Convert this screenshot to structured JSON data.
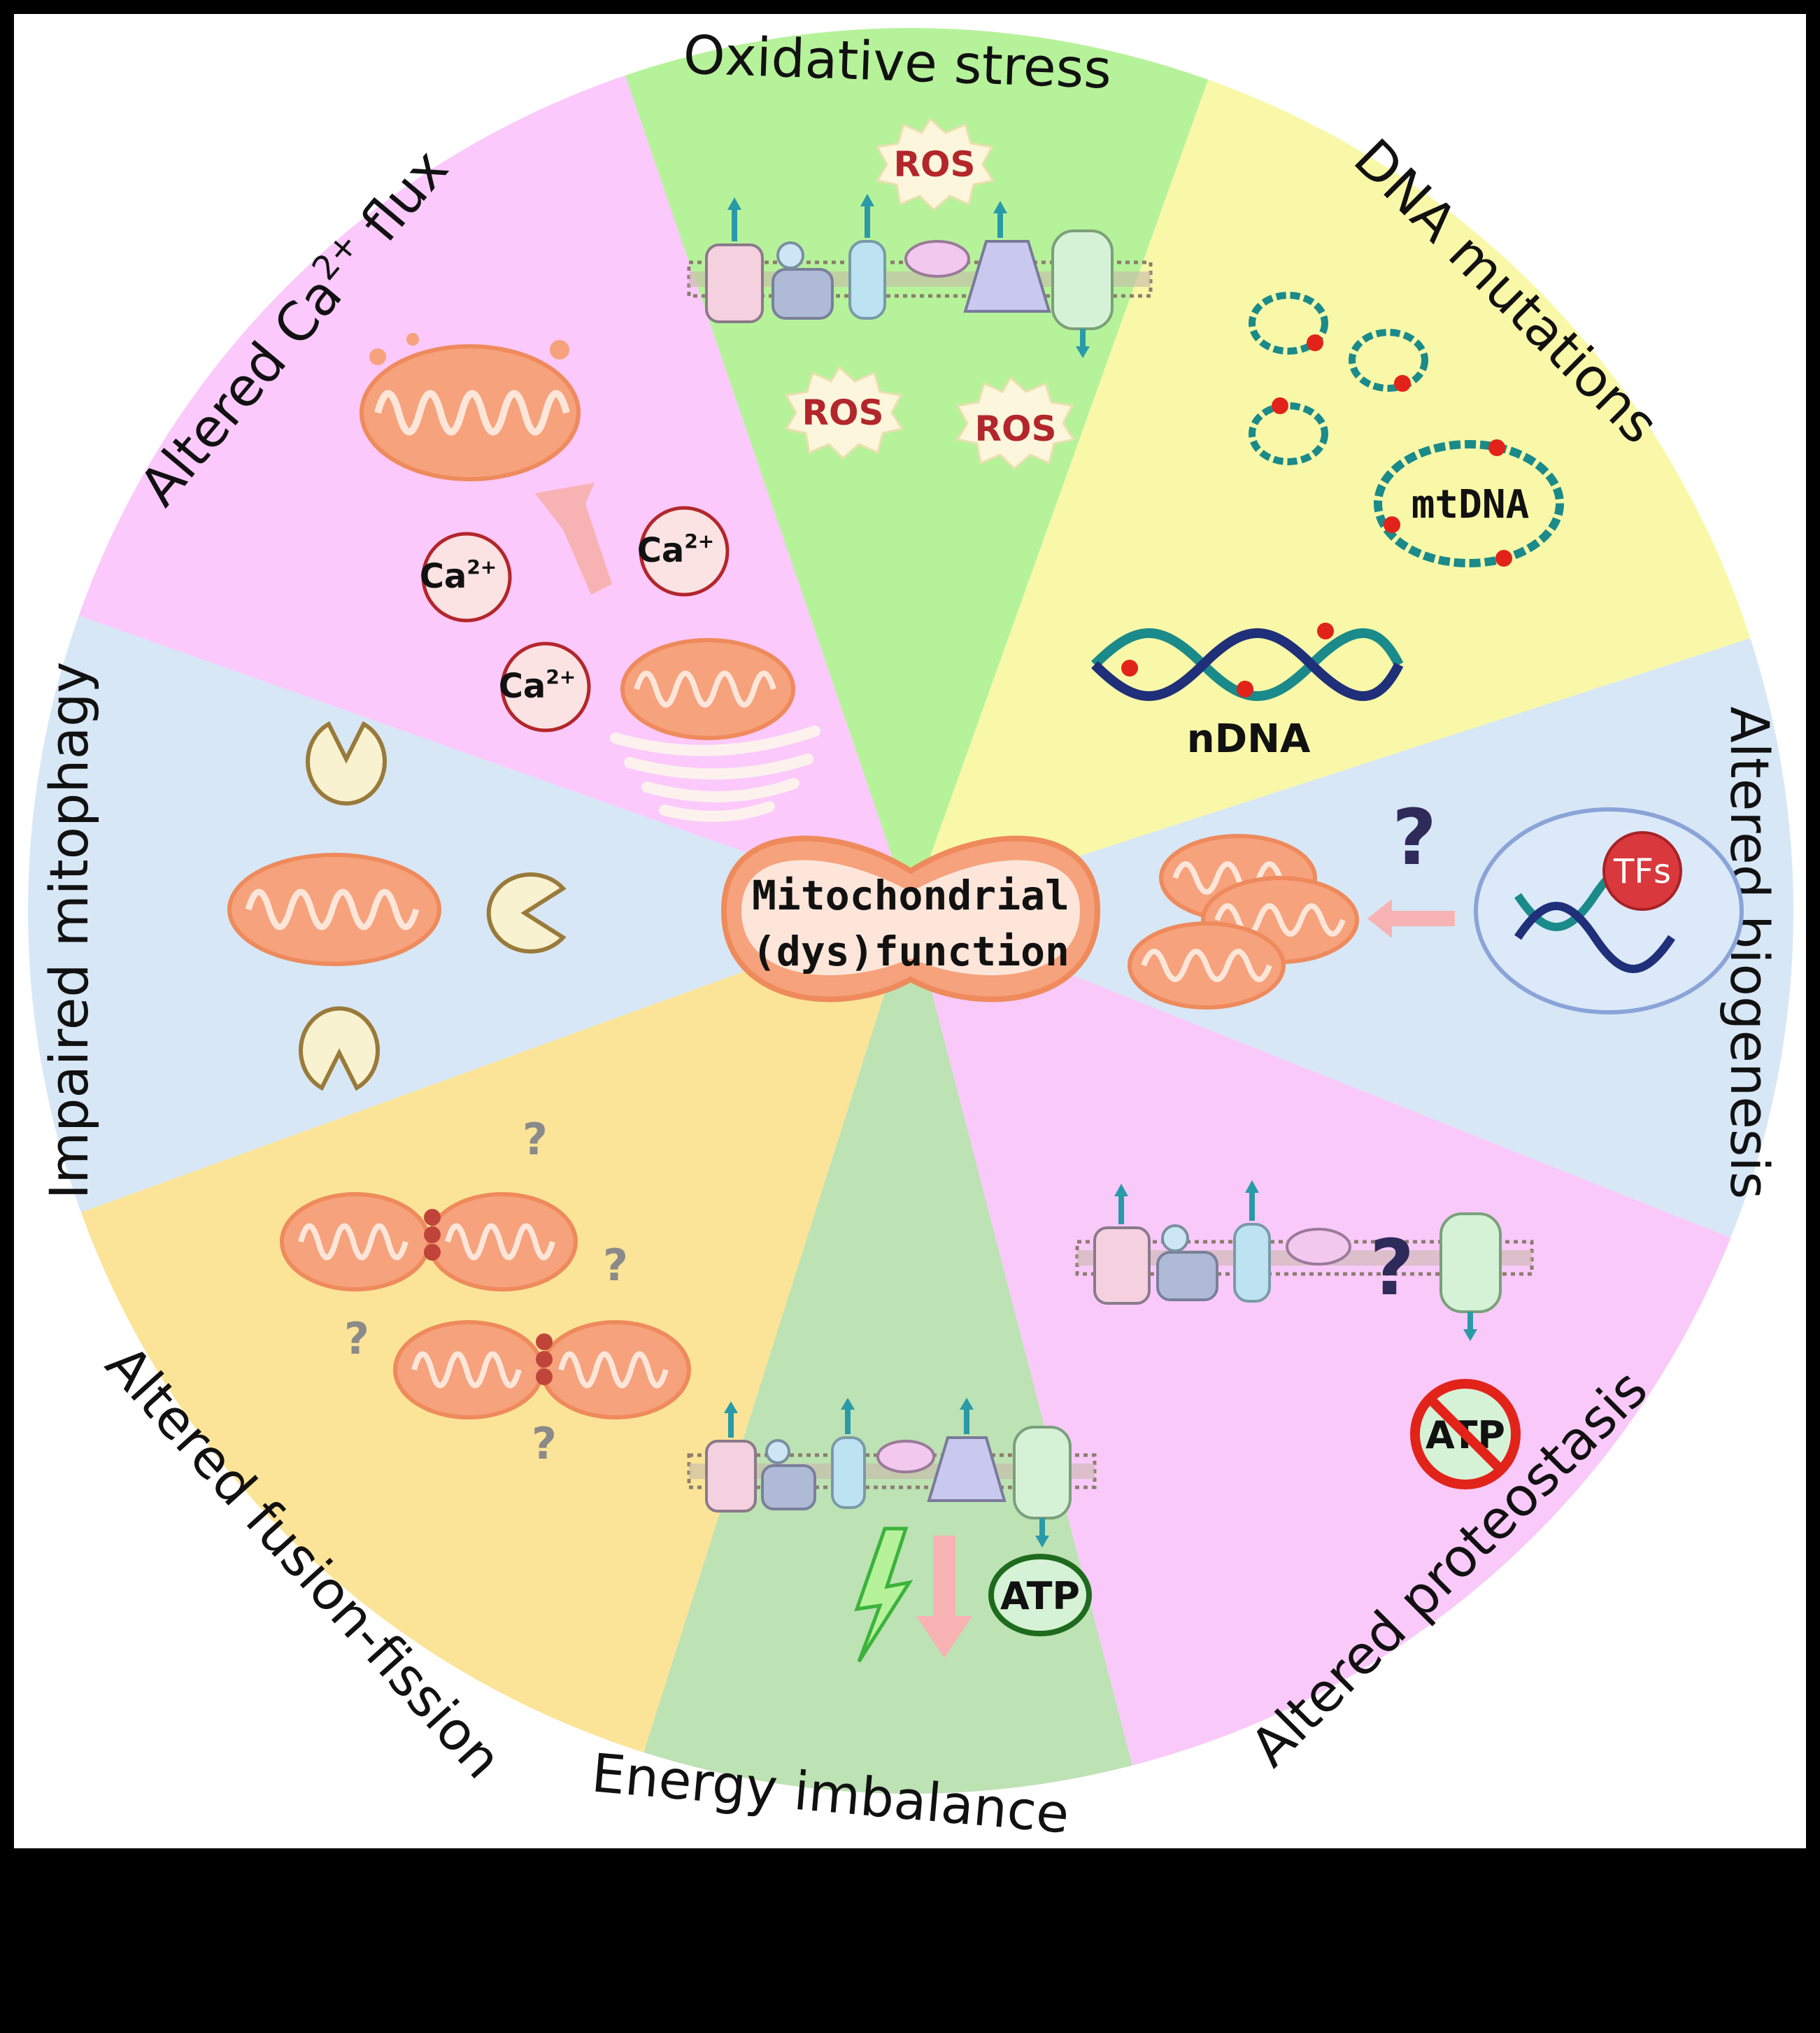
{
  "center": {
    "line1": "Mitochondrial",
    "line2": "(dys)function"
  },
  "segments": [
    {
      "id": "oxidative-stress",
      "label": "Oxidative stress",
      "color": "#b6f29a"
    },
    {
      "id": "dna-mutations",
      "label": "DNA mutations",
      "color": "#f8f8a8"
    },
    {
      "id": "altered-biogenesis",
      "label": "Altered biogenesis",
      "color": "#d7e7f6"
    },
    {
      "id": "altered-proteostasis",
      "label": "Altered proteostasis",
      "color": "#f9c9f9"
    },
    {
      "id": "energy-imbalance",
      "label": "Energy imbalance",
      "color": "#bde2b4"
    },
    {
      "id": "altered-fusion-fission",
      "label": "Altered fusion-fission",
      "color": "#fbe497"
    },
    {
      "id": "impaired-mitophagy",
      "label": "Impaired mitophagy",
      "color": "#d7e7f6"
    },
    {
      "id": "altered-ca-flux",
      "label_pre": "Altered Ca",
      "label_sup": "2+",
      "label_post": " flux",
      "color": "#fbc9fb"
    }
  ],
  "labels": {
    "ros": "ROS",
    "mtdna": "mtDNA",
    "ndna": "nDNA",
    "tfs": "TFs",
    "atp": "ATP",
    "question": "?",
    "ca": "Ca",
    "ca_sup": "2+"
  },
  "colors": {
    "mito_fill": "#f6a27c",
    "mito_stroke": "#ee8a5c",
    "cristae": "#fde6d9",
    "ros_text": "#b3262b",
    "dna_teal": "#1a8a8a",
    "dna_navy": "#1f2f7a",
    "tfs_red": "#d9383c",
    "question_dark": "#2e2a5a",
    "question_grey": "#8a8a8a",
    "arrow_pink": "#f7b3b3",
    "no_sign": "#e2231a"
  }
}
